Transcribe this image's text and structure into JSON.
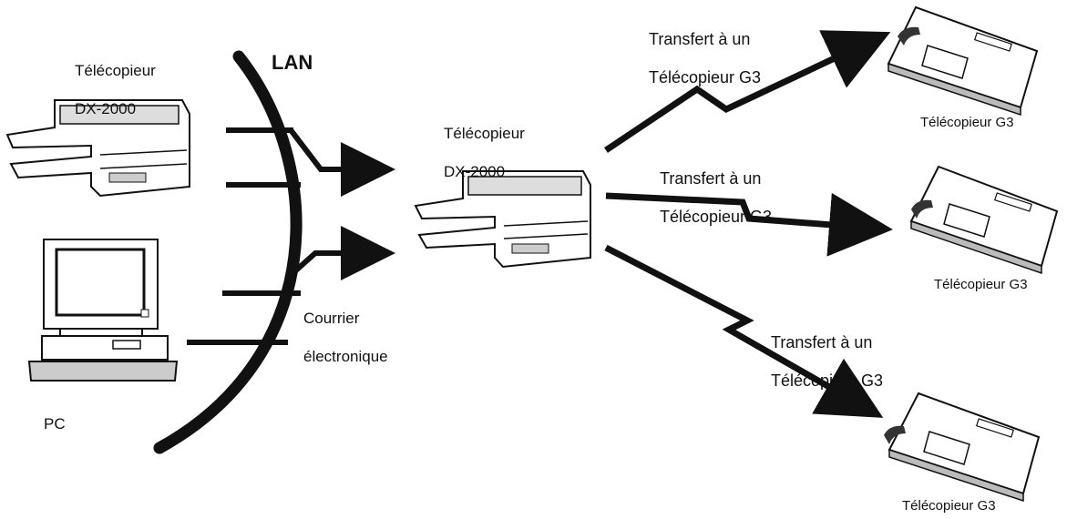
{
  "network": {
    "label": "LAN"
  },
  "source_fax": {
    "line1": "Télécopieur",
    "line2": "DX-2000"
  },
  "source_pc": {
    "label": "PC"
  },
  "email_label": {
    "line1": "Courrier",
    "line2": "électronique"
  },
  "hub_fax": {
    "line1": "Télécopieur",
    "line2": "DX-2000"
  },
  "transfers": [
    {
      "line1": "Transfert à un",
      "line2": "Télécopieur G3",
      "device_label": "Télécopieur G3"
    },
    {
      "line1": "Transfert à un",
      "line2": "Télécopieur G3",
      "device_label": "Télécopieur G3"
    },
    {
      "line1": "Transfert à un",
      "line2": "Télécopieur G3",
      "device_label": "Télécopieur G3"
    }
  ]
}
